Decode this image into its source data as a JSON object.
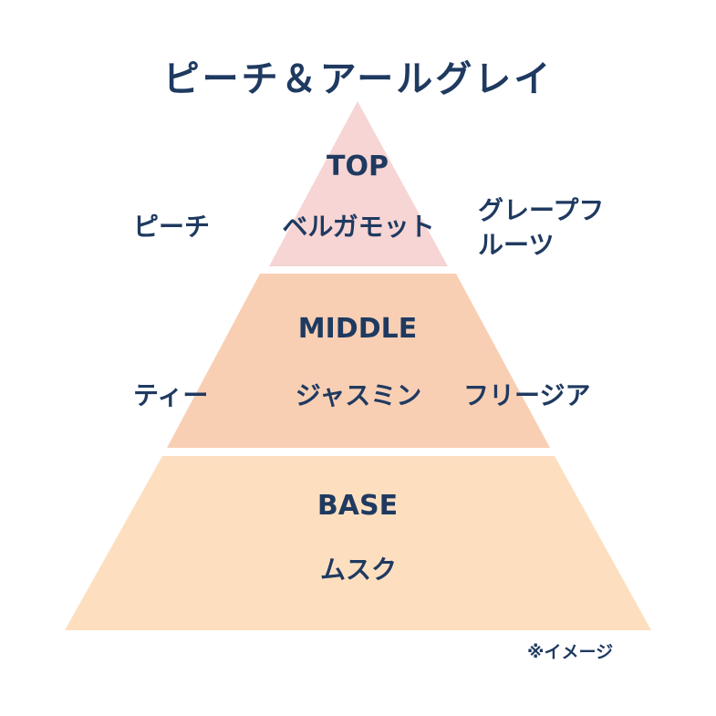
{
  "title": "ピーチ＆アールグレイ",
  "colors": {
    "text": "#1f3a60",
    "top_tier": "#f6d5d4",
    "middle_tier": "#f9cfb4",
    "base_tier": "#fddfc0"
  },
  "pyramid": {
    "top": {
      "label": "TOP",
      "notes": [
        "ピーチ",
        "ベルガモット",
        "グレープフルーツ"
      ]
    },
    "middle": {
      "label": "MIDDLE",
      "notes": [
        "ティー",
        "ジャスミン",
        "フリージア"
      ]
    },
    "base": {
      "label": "BASE",
      "notes": [
        "ムスク"
      ]
    }
  },
  "disclaimer": "※イメージ"
}
